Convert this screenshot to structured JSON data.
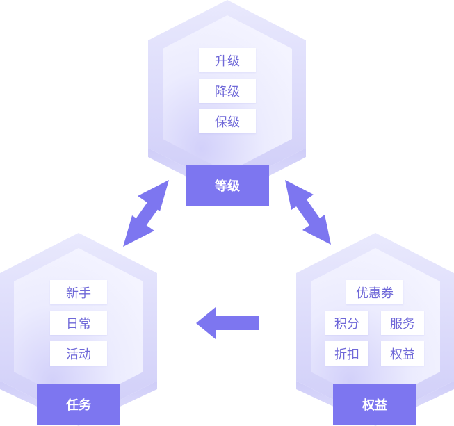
{
  "colors": {
    "accent": "#7d76f0",
    "chip_text": "#6f68d8",
    "hex_outer": "#dcdcfb",
    "hex_inner": "#ececfe",
    "hex_side": "#c9c8f6"
  },
  "nodes": {
    "level": {
      "label": "等级",
      "items": [
        "升级",
        "降级",
        "保级"
      ]
    },
    "task": {
      "label": "任务",
      "items": [
        "新手",
        "日常",
        "活动"
      ]
    },
    "benefit": {
      "label": "权益",
      "items": [
        "优惠券",
        "积分",
        "服务",
        "折扣",
        "权益"
      ]
    }
  },
  "connections": [
    {
      "from": "task",
      "to": "level",
      "direction": "bidirectional"
    },
    {
      "from": "level",
      "to": "benefit",
      "direction": "bidirectional"
    },
    {
      "from": "benefit",
      "to": "task",
      "direction": "one-way"
    }
  ]
}
